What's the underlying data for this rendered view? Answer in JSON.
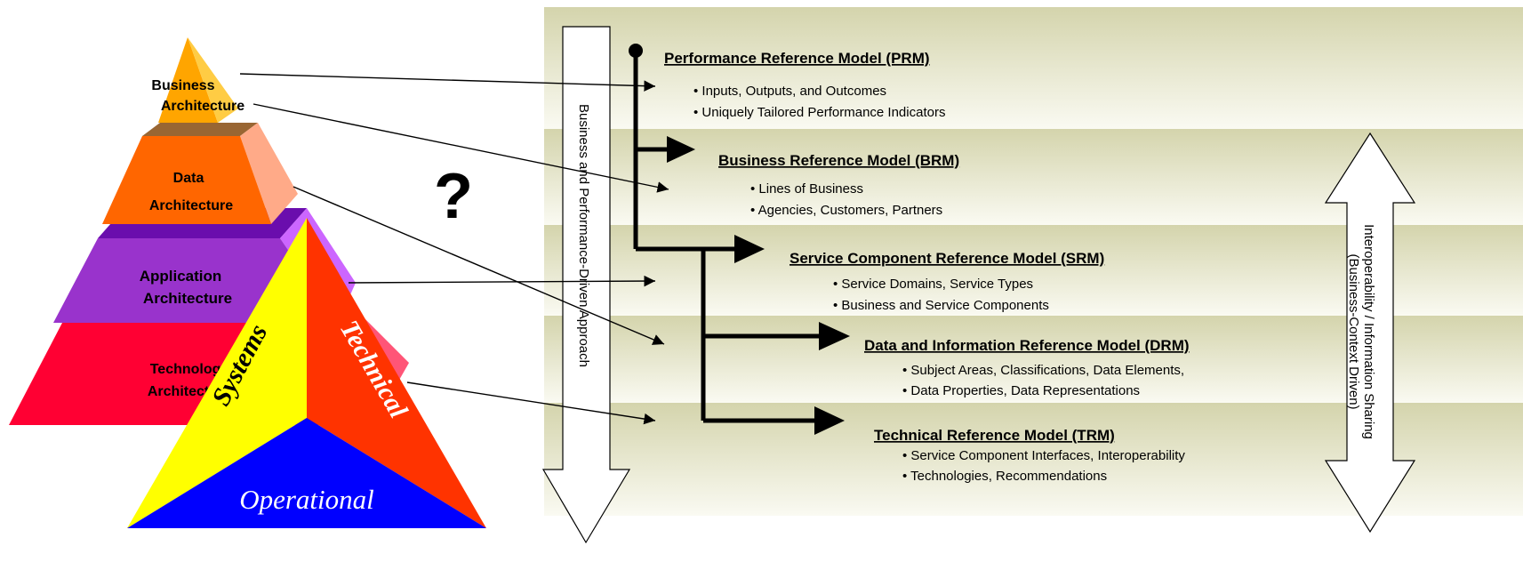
{
  "pyramid": {
    "business_line1": "Business",
    "business_line2": "Architecture",
    "data_line1": "Data",
    "data_line2": "Architecture",
    "application_line1": "Application",
    "application_line2": "Architecture",
    "technology_line1": "Technology",
    "technology_line2": "Architecture"
  },
  "tri_pyramid": {
    "systems": "Systems",
    "technical": "Technical",
    "operational": "Operational"
  },
  "question_mark": "?",
  "left_arrow_label": "Business and Performance-Driven Approach",
  "right_arrow_label_line1": "Interoperability / Information Sharing",
  "right_arrow_label_line2": "(Business-Context Driven)",
  "models": [
    {
      "title": "Performance Reference Model (PRM)",
      "bullets": [
        "• Inputs, Outputs, and Outcomes",
        "• Uniquely Tailored Performance Indicators"
      ]
    },
    {
      "title": "Business Reference Model (BRM)",
      "bullets": [
        "• Lines of Business",
        "• Agencies, Customers, Partners"
      ]
    },
    {
      "title": "Service Component Reference Model (SRM)",
      "bullets": [
        "• Service Domains, Service Types",
        "• Business and Service Components"
      ]
    },
    {
      "title": "Data and Information Reference Model (DRM)",
      "bullets": [
        "• Subject Areas, Classifications, Data Elements,",
        "• Data Properties, Data Representations"
      ]
    },
    {
      "title": "Technical Reference Model (TRM)",
      "bullets": [
        "• Service Component Interfaces, Interoperability",
        "• Technologies, Recommendations"
      ]
    }
  ],
  "colors": {
    "business": "#ffa500",
    "data": "#ff6600",
    "application": "#9933cc",
    "technology": "#ff0033",
    "systems": "#ffff00",
    "technical": "#ff3300",
    "operational": "#0000ff"
  }
}
